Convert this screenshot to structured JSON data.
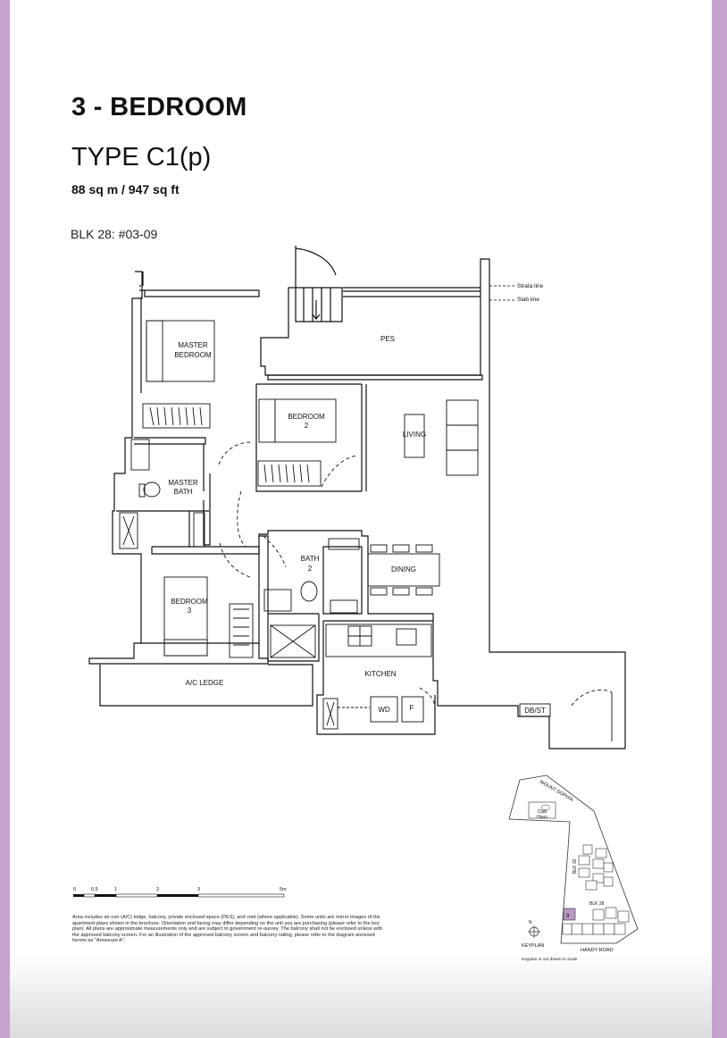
{
  "header": {
    "title": "3 - BEDROOM",
    "type": "TYPE C1(p)",
    "area": "88 sq m / 947 sq ft",
    "unit_ref": "BLK 28: #03-09"
  },
  "rooms": {
    "master_bedroom": [
      "MASTER",
      "BEDROOM"
    ],
    "bedroom2": [
      "BEDROOM",
      "2"
    ],
    "master_bath": [
      "MASTER",
      "BATH"
    ],
    "bedroom3": [
      "BEDROOM",
      "3"
    ],
    "bath2": [
      "BATH",
      "2"
    ],
    "living": "LIVING",
    "dining": "DINING",
    "kitchen": "KITCHEN",
    "pes": "PES",
    "ac_ledge": "A/C LEDGE",
    "dbst": "DB/ST",
    "wd": "WD",
    "fridge": "F"
  },
  "lines": {
    "strata": "Strata line",
    "slab": "Slab line"
  },
  "scale_bar": {
    "ticks": [
      "0",
      "0.5",
      "1",
      "2",
      "3",
      "5m"
    ]
  },
  "disclaimer": "Area includes air-con (A/C) ledge, balcony, private enclosed space (PES), and void (where applicable). Some units are mirror images of the apartment plans shown in the brochure. Orientation and facing may differ depending on the unit you are purchasing (please refer to the key plan). All plans are approximate measurements only and are subject to government re-survey. The balcony shall not be enclosed unless with the approved balcony screen. For an illustration of the approved balcony screen and balcony railing, please refer to the diagram annexed hereto as \"Annexure A\".",
  "keyplan": {
    "road_top": "MOUNT SOPHIA",
    "club": [
      "Club",
      "Haus"
    ],
    "blk30": "BLK 30",
    "blk28": "BLK 28",
    "road_bottom": "HANDY ROAD",
    "label": "KEYPLAN",
    "note": "Keyplan is not drawn to scale",
    "north": "N",
    "highlight_unit": "9",
    "colors": {
      "highlight": "#b99ac6"
    }
  }
}
